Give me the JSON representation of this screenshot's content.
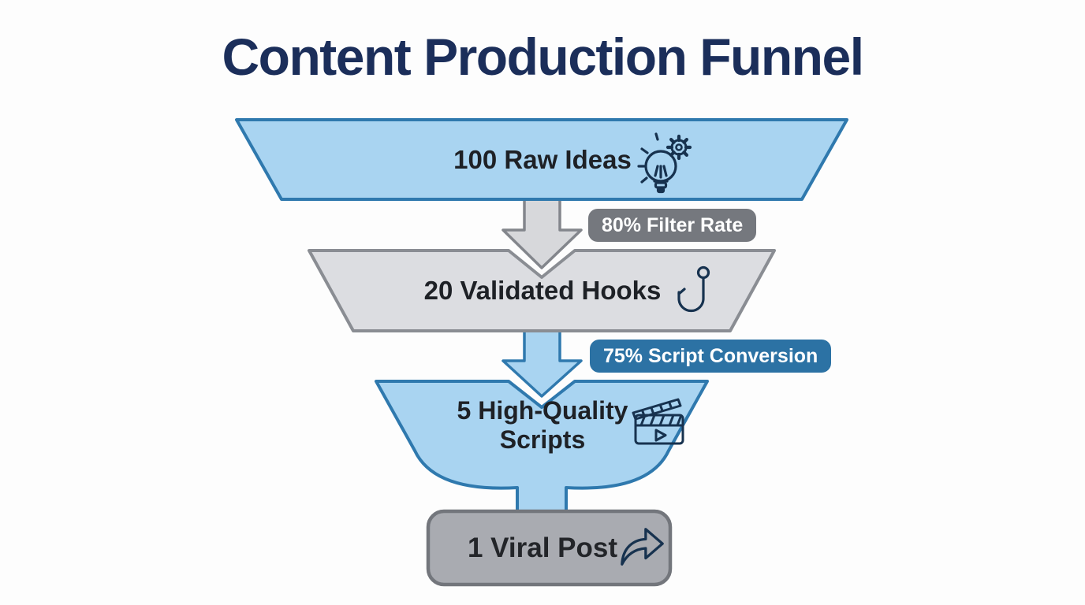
{
  "title": "Content Production Funnel",
  "funnel": {
    "stages": [
      {
        "label": "100 Raw Ideas",
        "value": 100,
        "icon": "lightbulb-gear-icon",
        "fill": "#a9d4f1",
        "border": "#2f79ae"
      },
      {
        "label": "20 Validated Hooks",
        "value": 20,
        "icon": "fishing-hook-icon",
        "fill": "#dcdde1",
        "border": "#8a8d93"
      },
      {
        "label": "5 High-Quality Scripts",
        "value": 5,
        "icon": "clapperboard-icon",
        "fill": "#a9d4f1",
        "border": "#2f79ae"
      },
      {
        "label": "1 Viral Post",
        "value": 1,
        "icon": "share-arrow-icon",
        "fill": "#a9abb1",
        "border": "#73767c"
      }
    ],
    "transitions": [
      {
        "label": "80% Filter Rate",
        "badge_color": "#75787e"
      },
      {
        "label": "75% Script Conversion",
        "badge_color": "#2c72a4"
      }
    ]
  },
  "colors": {
    "title_text": "#1b2e5a",
    "stage_text": "#1e2126",
    "badge_text": "#ffffff",
    "arrow_gray_fill": "#d7d8db",
    "arrow_gray_border": "#83868c",
    "icon_navy": "#17324f",
    "background": "#fdfdfd"
  }
}
